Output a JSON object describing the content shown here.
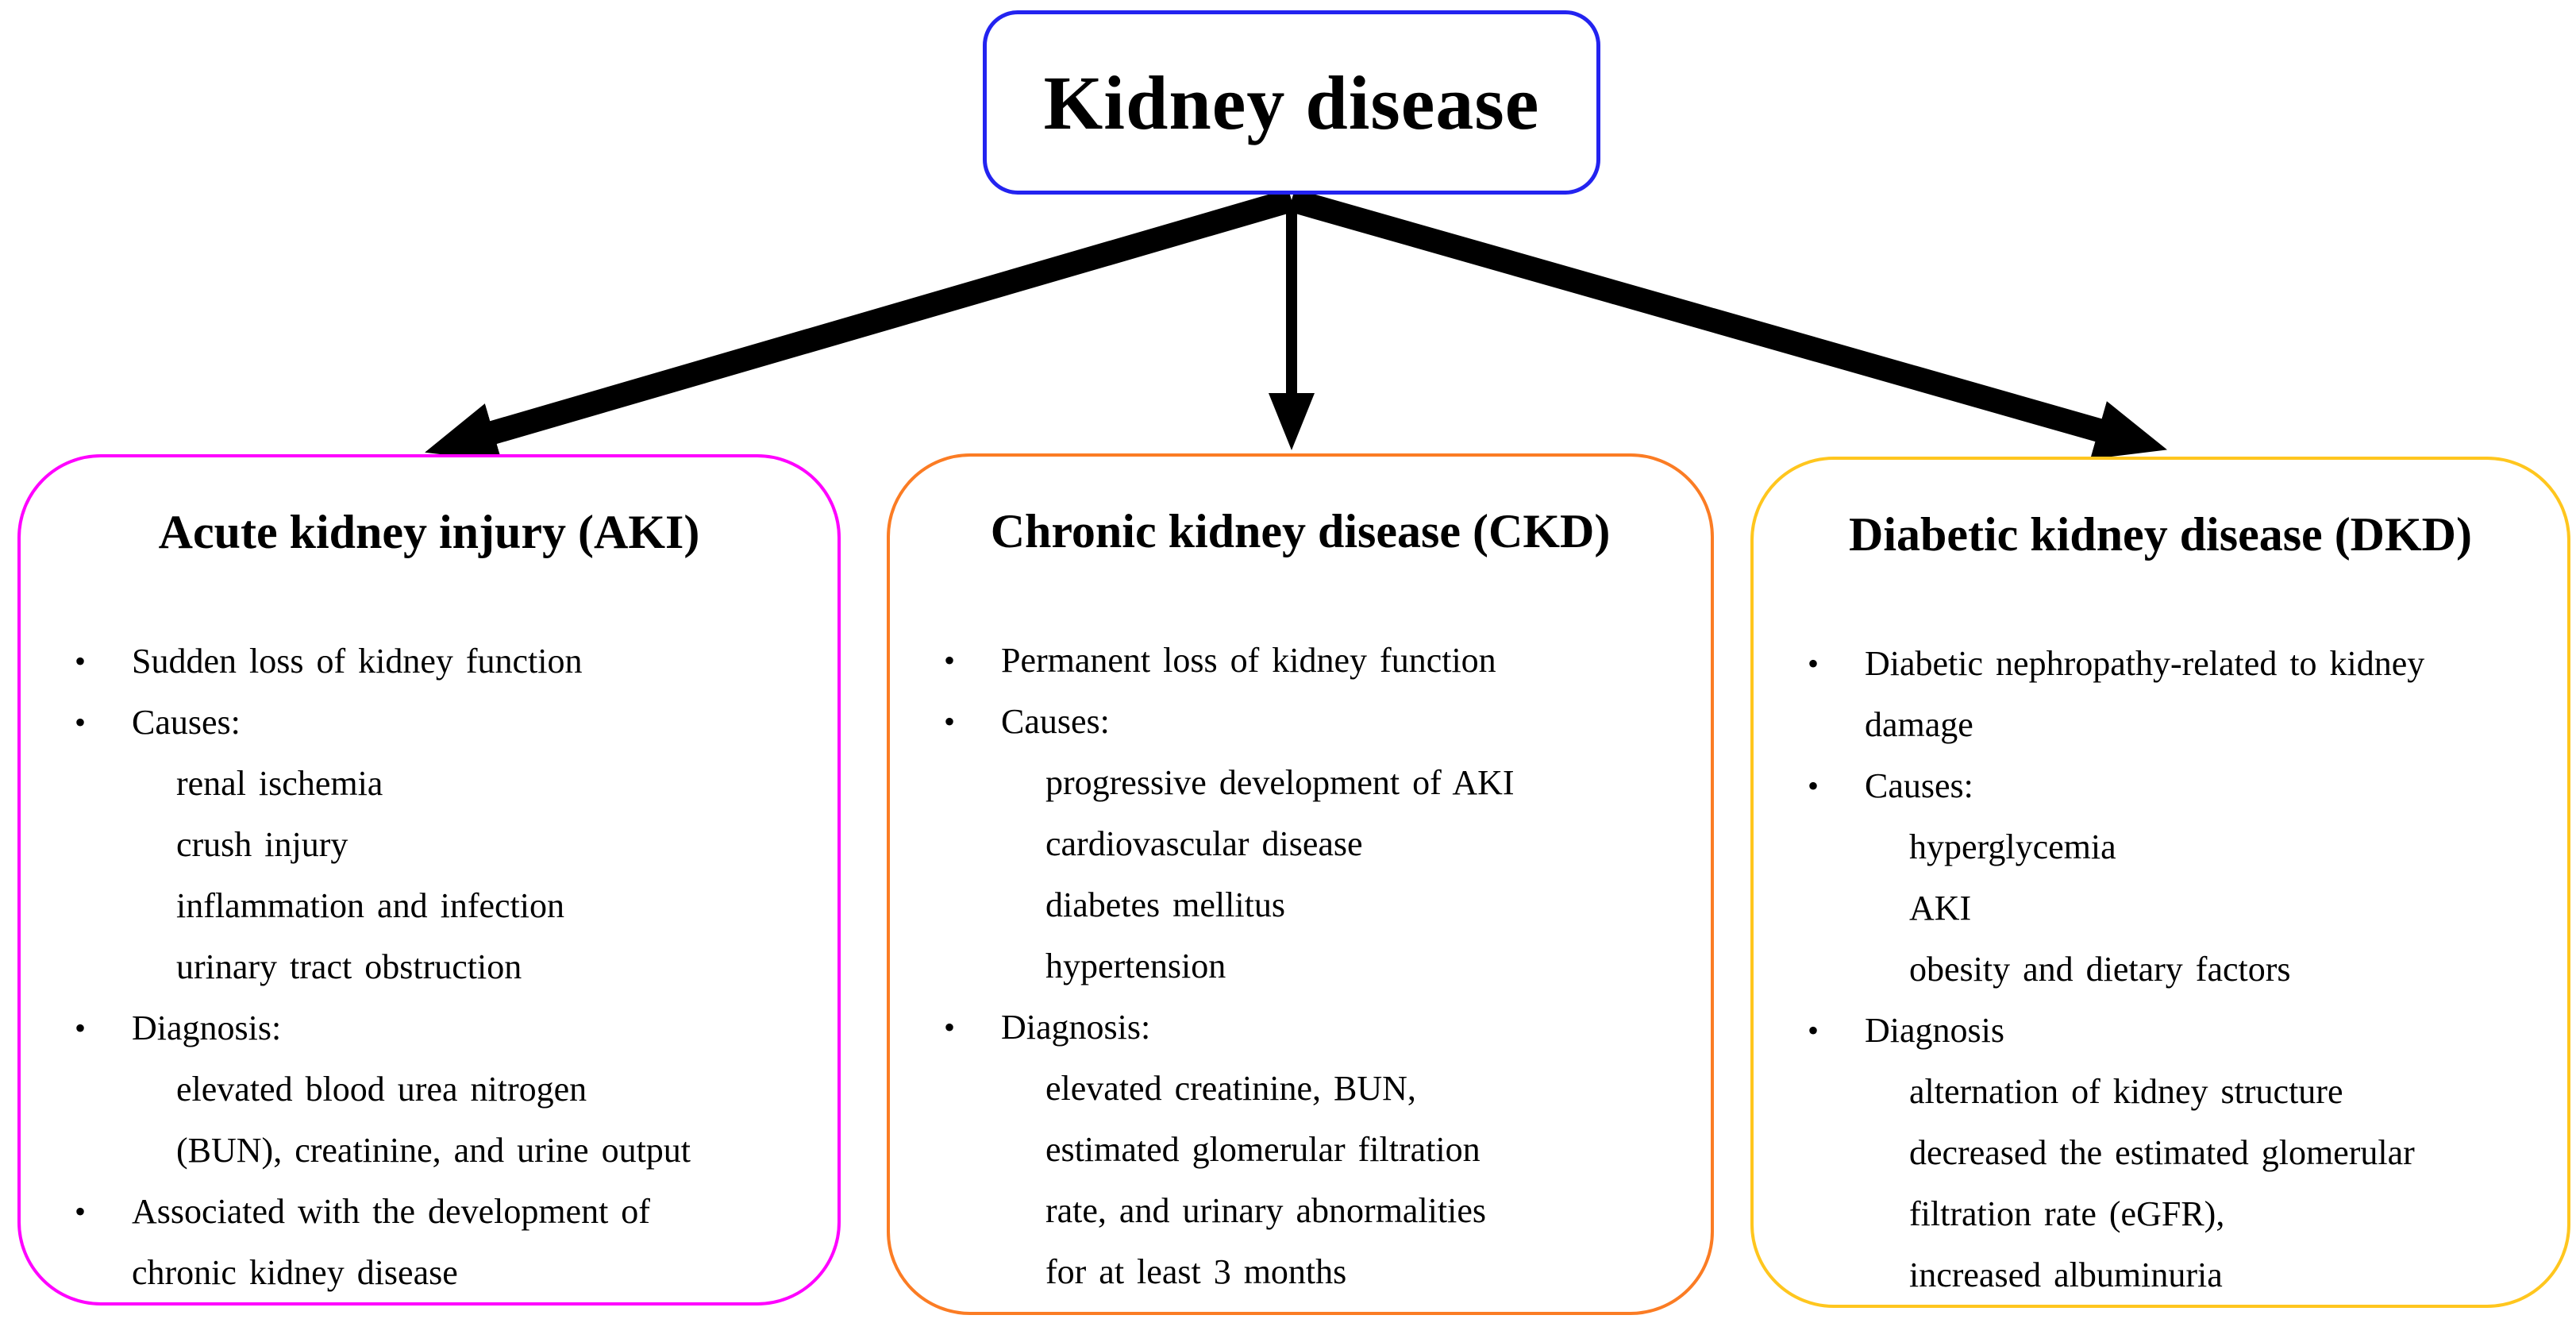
{
  "page": {
    "background": "#ffffff"
  },
  "bullet_glyph": "•",
  "root_box": {
    "title": "Kidney disease",
    "border_color": "#2323f0"
  },
  "arrows": {
    "color": "#000000"
  },
  "branches": [
    {
      "id": "aki",
      "title": "Acute kidney injury (AKI)",
      "border_color": "#ff00ff",
      "items": [
        {
          "type": "bullet",
          "text": "Sudden loss of kidney function"
        },
        {
          "type": "bullet",
          "text": "Causes:"
        },
        {
          "type": "sub",
          "text": "renal ischemia"
        },
        {
          "type": "sub",
          "text": "crush injury"
        },
        {
          "type": "sub",
          "text": "inflammation and infection"
        },
        {
          "type": "sub",
          "text": "urinary tract obstruction"
        },
        {
          "type": "bullet",
          "text": "Diagnosis:"
        },
        {
          "type": "sub",
          "text": "elevated blood urea nitrogen"
        },
        {
          "type": "sub",
          "text": "(BUN), creatinine, and urine output"
        },
        {
          "type": "bullet",
          "text": "Associated with the development of"
        },
        {
          "type": "cont",
          "text": "chronic kidney disease"
        }
      ]
    },
    {
      "id": "ckd",
      "title": "Chronic kidney disease (CKD)",
      "border_color": "#fb7c24",
      "items": [
        {
          "type": "bullet",
          "text": "Permanent loss of kidney function"
        },
        {
          "type": "bullet",
          "text": "Causes:"
        },
        {
          "type": "sub",
          "text": "progressive development of AKI"
        },
        {
          "type": "sub",
          "text": "cardiovascular disease"
        },
        {
          "type": "sub",
          "text": "diabetes mellitus"
        },
        {
          "type": "sub",
          "text": "hypertension"
        },
        {
          "type": "bullet",
          "text": "Diagnosis:"
        },
        {
          "type": "sub",
          "text": "elevated creatinine, BUN,"
        },
        {
          "type": "sub",
          "text": "estimated glomerular filtration"
        },
        {
          "type": "sub",
          "text": "rate, and urinary abnormalities"
        },
        {
          "type": "sub",
          "text": "for at least 3 months"
        }
      ]
    },
    {
      "id": "dkd",
      "title": "Diabetic kidney disease (DKD)",
      "border_color": "#ffc61e",
      "items": [
        {
          "type": "bullet",
          "text": "Diabetic nephropathy-related to kidney"
        },
        {
          "type": "cont",
          "text": "damage"
        },
        {
          "type": "bullet",
          "text": "Causes:"
        },
        {
          "type": "sub",
          "text": "hyperglycemia"
        },
        {
          "type": "sub",
          "text": "AKI"
        },
        {
          "type": "sub",
          "text": "obesity and dietary factors"
        },
        {
          "type": "bullet",
          "text": "Diagnosis"
        },
        {
          "type": "sub",
          "text": "alternation of kidney structure"
        },
        {
          "type": "sub",
          "text": "decreased the estimated glomerular"
        },
        {
          "type": "sub",
          "text": "filtration rate (eGFR),"
        },
        {
          "type": "sub",
          "text": "increased albuminuria"
        }
      ]
    }
  ]
}
